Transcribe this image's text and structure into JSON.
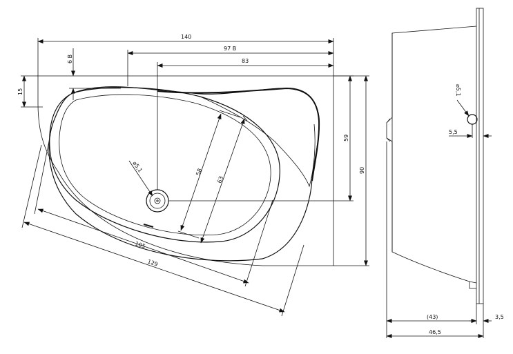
{
  "top_view": {
    "dims": {
      "overall_width": "140",
      "overflow_offset": "97 B",
      "drain_offset": "83",
      "corner_depth": "15",
      "rim_gap": "6 B",
      "inner_height": "59",
      "overall_height": "90",
      "basin_inner_width": "58",
      "basin_outer_width": "63",
      "basin_inner_length": "105",
      "basin_outer_length": "129",
      "drain_diameter": "⌀5,1"
    }
  },
  "side_view": {
    "dims": {
      "overflow_diameter": "⌀5,1",
      "overflow_offset": "5,5",
      "inner_depth": "(43)",
      "rim_thickness": "3,5",
      "overall_depth": "46,5"
    }
  }
}
